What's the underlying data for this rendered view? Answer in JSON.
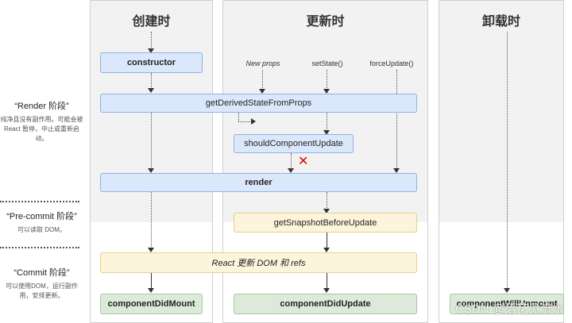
{
  "columns": {
    "mounting": {
      "title": "创建时"
    },
    "updating": {
      "title": "更新时"
    },
    "unmounting": {
      "title": "卸载时"
    }
  },
  "stages": {
    "render": {
      "title": "“Render 阶段”",
      "description": "纯净且没有副作用。可能会被 React 暂停，中止或重新启动。"
    },
    "precommit": {
      "title": "“Pre-commit 阶段”",
      "description": "可以读取 DOM。"
    },
    "commit": {
      "title": "“Commit 阶段”",
      "description": "可以使用DOM，运行副作用，安排更新。"
    }
  },
  "triggers": {
    "new_props": "New props",
    "set_state": "setState()",
    "force_update": "forceUpdate()"
  },
  "lifecycle": {
    "constructor": "constructor",
    "get_derived_state": "getDerivedStateFromProps",
    "should_update": "shouldComponentUpdate",
    "render": "render",
    "get_snapshot": "getSnapshotBeforeUpdate",
    "react_update_dom": "React 更新 DOM 和 refs",
    "did_mount": "componentDidMount",
    "did_update": "componentDidUpdate",
    "will_unmount": "componentWillUnmount"
  },
  "icons": {
    "reject": "red-x-icon"
  },
  "colors": {
    "render_phase_box": "#dbe8fb",
    "precommit_box": "#fdf4dc",
    "commit_box": "#dcebd9",
    "reject_mark": "#e00000"
  },
  "watermark": "CSDN @落花见流水"
}
